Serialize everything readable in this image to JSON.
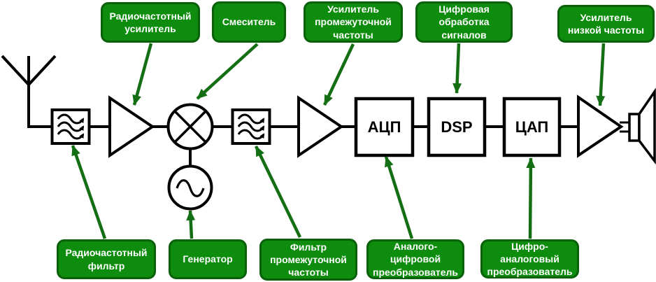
{
  "colors": {
    "callout-fill": "#0d8c0d",
    "callout-border": "#086008",
    "callout-text": "#ffffff",
    "leader": "#146e14",
    "ink": "#000000",
    "canvas": "#ffffff"
  },
  "callouts": {
    "rf_amplifier": "Радиочастотный усилитель",
    "mixer": "Смеситель",
    "if_amplifier": "Усилитель промежуточной частоты",
    "dsp": "Цифровая обработка сигналов",
    "lf_amplifier": "Усилитель низкой частоты",
    "rf_filter": "Радиочастотный фильтр",
    "generator": "Генератор",
    "if_filter": "Фильтр промежуточной частоты",
    "adc": "Аналого-цифровой преобразователь",
    "dac": "Цифро-аналоговый преобразователь"
  },
  "blocks": {
    "adc": "АЦП",
    "dsp": "DSP",
    "dac": "ЦАП"
  }
}
